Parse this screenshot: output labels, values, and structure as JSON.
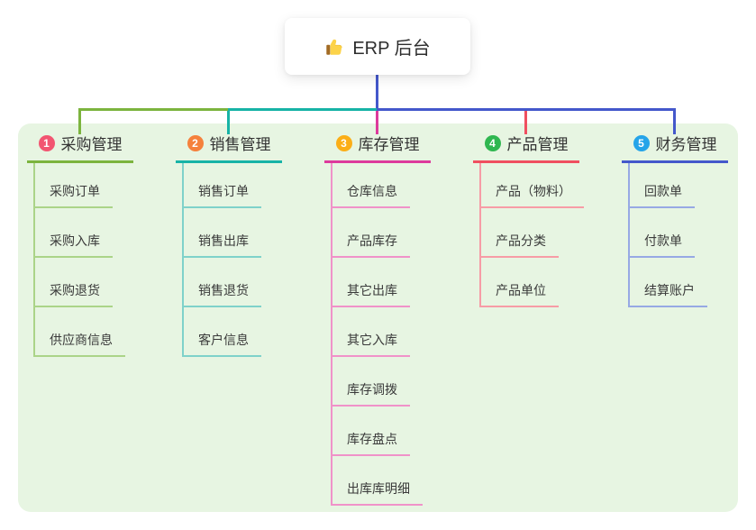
{
  "root": {
    "title": "ERP 后台",
    "icon": "thumbs-up",
    "line_color": "#4458cb"
  },
  "canvas": {
    "panel_bg": "#e7f5e2",
    "bus_colors": [
      "#7cb43e",
      "#17b3a6",
      "#4458cb"
    ]
  },
  "branches": [
    {
      "badge": "1",
      "label": "采购管理",
      "badge_color": "#f25571",
      "line_color": "#7cb43e",
      "child_line_color": "#abd488",
      "children": [
        "采购订单",
        "采购入库",
        "采购退货",
        "供应商信息"
      ]
    },
    {
      "badge": "2",
      "label": "销售管理",
      "badge_color": "#f5813c",
      "line_color": "#17b3a6",
      "child_line_color": "#7fd2ca",
      "children": [
        "销售订单",
        "销售出库",
        "销售退货",
        "客户信息"
      ]
    },
    {
      "badge": "3",
      "label": "库存管理",
      "badge_color": "#fbae17",
      "line_color": "#dd3a9c",
      "child_line_color": "#f092c9",
      "children": [
        "仓库信息",
        "产品库存",
        "其它出库",
        "其它入库",
        "库存调拨",
        "库存盘点",
        "出库库明细"
      ]
    },
    {
      "badge": "4",
      "label": "产品管理",
      "badge_color": "#2fb750",
      "line_color": "#f04f60",
      "child_line_color": "#f79ca6",
      "children": [
        "产品（物料）",
        "产品分类",
        "产品单位"
      ]
    },
    {
      "badge": "5",
      "label": "财务管理",
      "badge_color": "#25a4e9",
      "line_color": "#4458cb",
      "child_line_color": "#97a9e4",
      "children": [
        "回款单",
        "付款单",
        "结算账户"
      ]
    }
  ]
}
